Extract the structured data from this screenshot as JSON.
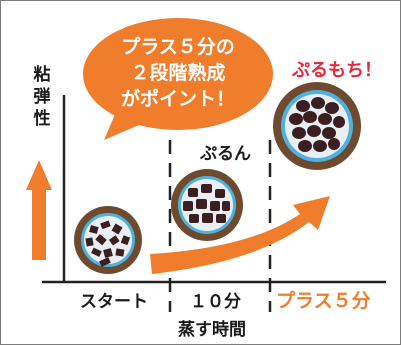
{
  "y_axis_label": "粘弾性",
  "callout": "プラス５分の\n２段階熟成\nがポイント！",
  "result_label": "ぷるもち！",
  "mid_label": "ぷるん",
  "x_ticks": {
    "start": "スタート",
    "ten": "１０分",
    "plus": "プラス５分"
  },
  "x_axis_label": "蒸す時間",
  "colors": {
    "orange": "#f07d2c",
    "red_text": "#e8283a",
    "rice_rim": "#6e4a2f",
    "rice_inner": "#4fb2de",
    "rice_grain": "#3a1e22"
  },
  "icons": [
    "up-arrow-icon",
    "growth-arrow-icon",
    "speech-bubble-icon",
    "rice-bowl-icon"
  ]
}
